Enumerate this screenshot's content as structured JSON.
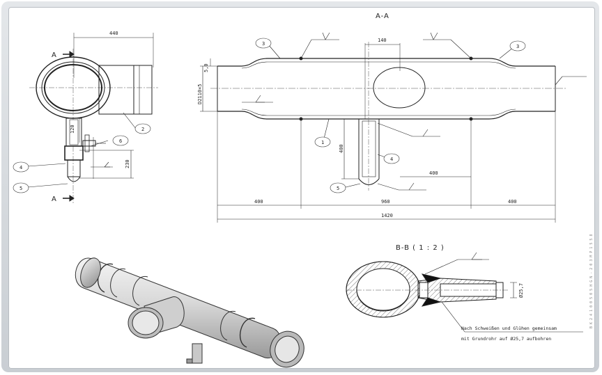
{
  "sections": {
    "aa": "A-A",
    "bb": "B-B ( 1 : 2 )"
  },
  "cut_labels": {
    "top": "A",
    "bottom": "A"
  },
  "balloons": {
    "b1": "1",
    "b2": "2",
    "b3a": "3",
    "b3b": "3",
    "b4a": "4",
    "b4b": "4",
    "b5a": "5",
    "b5b": "5",
    "b6": "6"
  },
  "dims": {
    "side_width": "440",
    "side_stub": "120",
    "side_height": "230",
    "tee_width": "140",
    "tube_dia": "D2110×5",
    "wall": "5,0",
    "branch_len": "400",
    "branch_offset": "400",
    "seg_left": "400",
    "seg_mid": "960",
    "seg_right": "400",
    "total": "1420",
    "bore": "Ø25,7"
  },
  "note": {
    "line1": "Nach Schweißen und Glühen gemeinsam",
    "line2": "mit Grundrohr auf Ø25,7 aufbohren"
  },
  "side_text": "B K 2 4 1 0 0 5 0 5 H G N - 2 0 3 M P 1 5 5 8"
}
